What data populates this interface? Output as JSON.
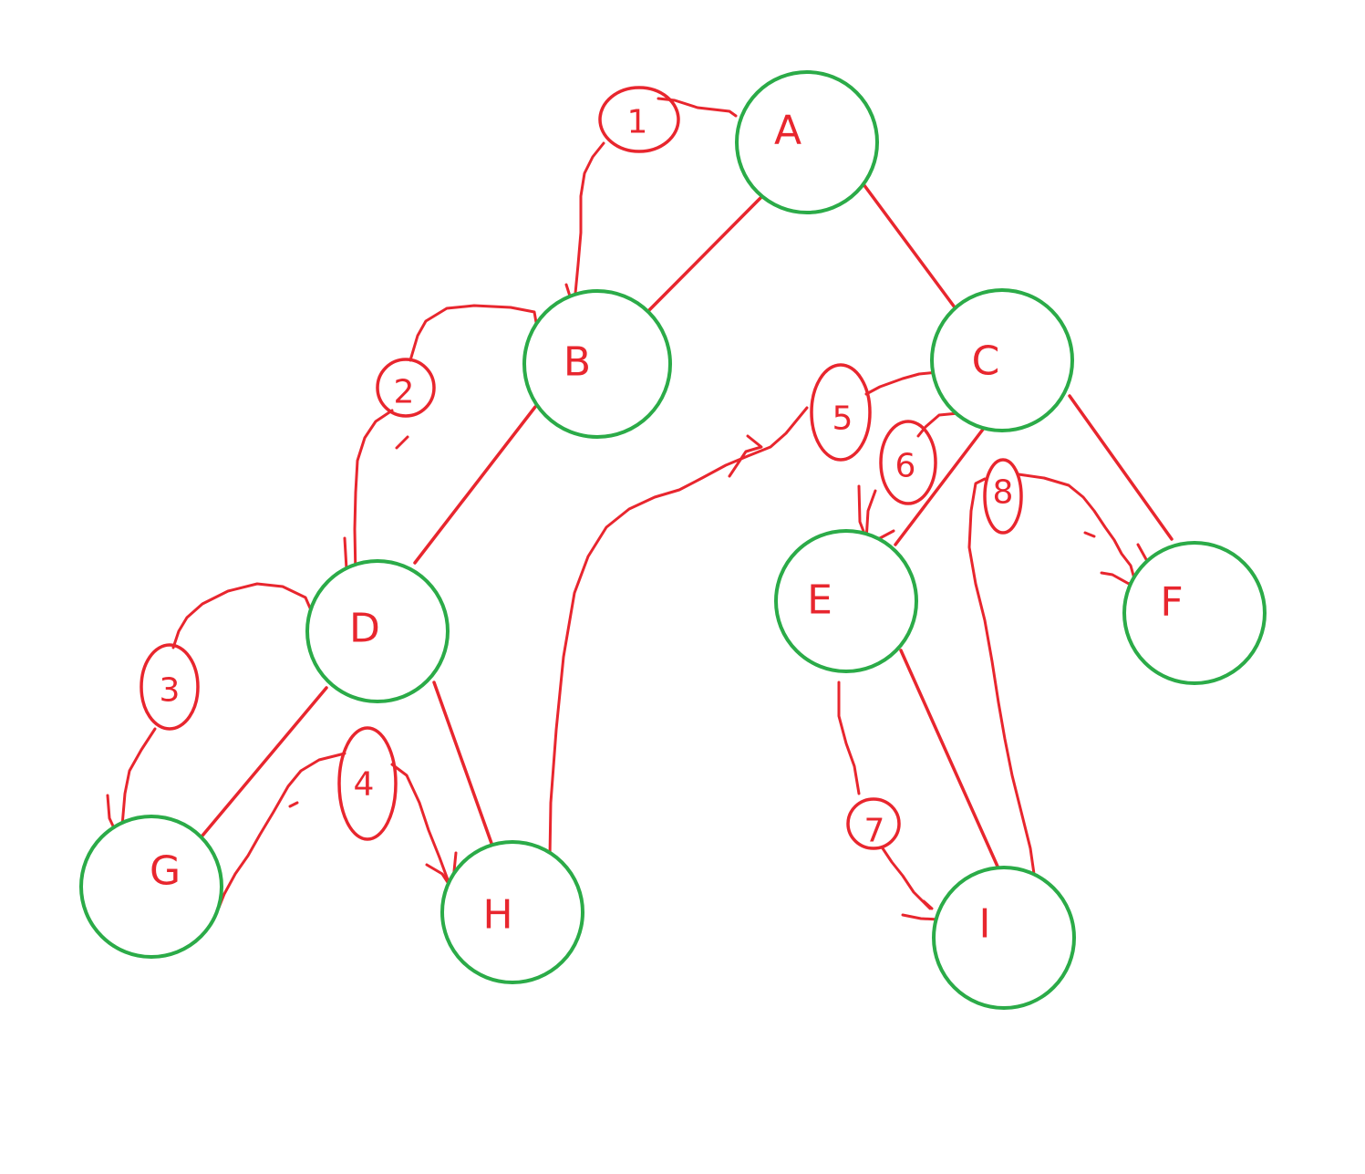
{
  "colors": {
    "node_stroke": "#2bab48",
    "ink": "#e8262e",
    "background": "#ffffff"
  },
  "tree": {
    "nodes": [
      {
        "id": "A",
        "label": "A"
      },
      {
        "id": "B",
        "label": "B"
      },
      {
        "id": "C",
        "label": "C"
      },
      {
        "id": "D",
        "label": "D"
      },
      {
        "id": "E",
        "label": "E"
      },
      {
        "id": "F",
        "label": "F"
      },
      {
        "id": "G",
        "label": "G"
      },
      {
        "id": "H",
        "label": "H"
      },
      {
        "id": "I",
        "label": "I"
      }
    ],
    "edges": [
      {
        "from": "A",
        "to": "B"
      },
      {
        "from": "A",
        "to": "C"
      },
      {
        "from": "B",
        "to": "D"
      },
      {
        "from": "C",
        "to": "E"
      },
      {
        "from": "C",
        "to": "F"
      },
      {
        "from": "D",
        "to": "G"
      },
      {
        "from": "D",
        "to": "H"
      },
      {
        "from": "E",
        "to": "I"
      }
    ]
  },
  "traversal": {
    "steps": [
      {
        "label": "1",
        "from": "A",
        "to": "B"
      },
      {
        "label": "2",
        "from": "B",
        "to": "D"
      },
      {
        "label": "3",
        "from": "D",
        "to": "G"
      },
      {
        "label": "4",
        "from": "G",
        "to": "H"
      },
      {
        "label": "5",
        "from": "H",
        "to": "C"
      },
      {
        "label": "6",
        "from": "C",
        "to": "E"
      },
      {
        "label": "7",
        "from": "E",
        "to": "I"
      },
      {
        "label": "8",
        "from": "I",
        "to": "F"
      }
    ]
  }
}
